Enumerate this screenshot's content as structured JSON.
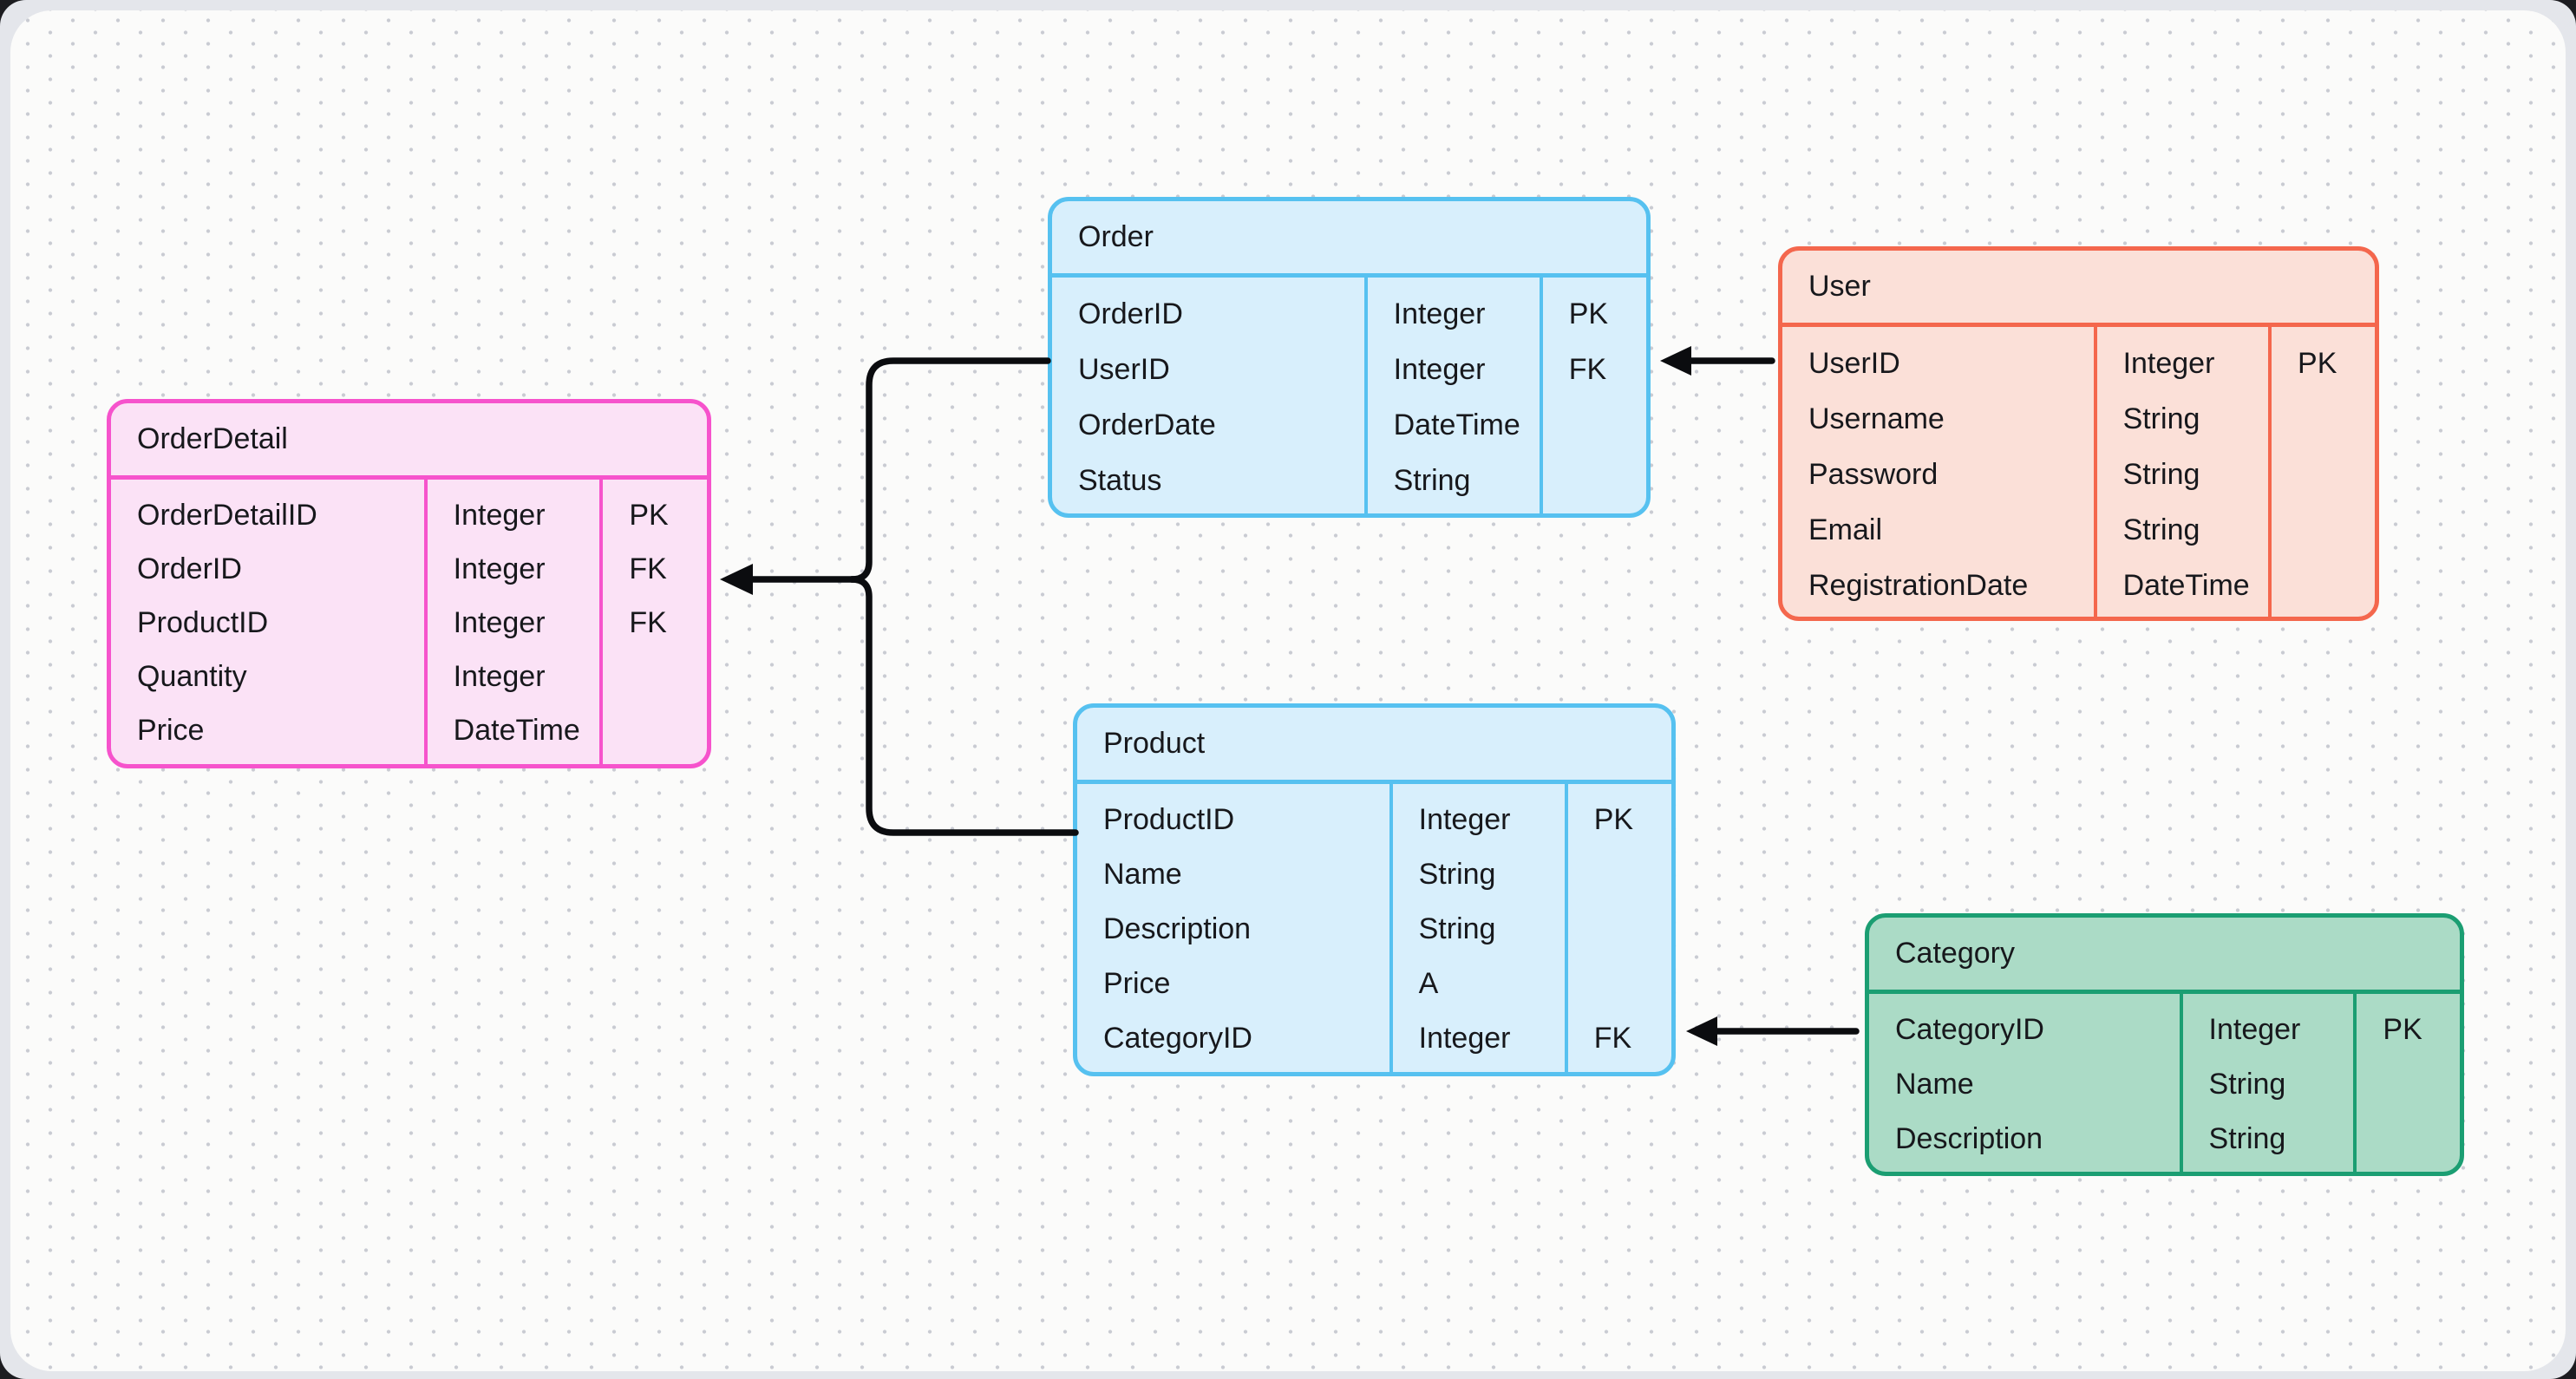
{
  "diagram": {
    "kind": "entity-relationship-diagram",
    "canvas_color": "#FBFBFA",
    "dot_color": "#C9CBD2",
    "frame_color": "#E4E6EB",
    "connector_color": "#0B0C0F",
    "text_color": "#17181C"
  },
  "tables": [
    {
      "title": "OrderDetail",
      "accent": "#F653CC",
      "fill": "#FBE2F6",
      "fields": [
        {
          "name": "OrderDetailID",
          "type": "Integer",
          "key": "PK"
        },
        {
          "name": "OrderID",
          "type": "Integer",
          "key": "FK"
        },
        {
          "name": "ProductID",
          "type": "Integer",
          "key": "FK"
        },
        {
          "name": "Quantity",
          "type": "Integer",
          "key": ""
        },
        {
          "name": "Price",
          "type": "DateTime",
          "key": ""
        }
      ]
    },
    {
      "title": "Order",
      "accent": "#56C1F0",
      "fill": "#D8EFFC",
      "fields": [
        {
          "name": "OrderID",
          "type": "Integer",
          "key": "PK"
        },
        {
          "name": "UserID",
          "type": "Integer",
          "key": "FK"
        },
        {
          "name": "OrderDate",
          "type": "DateTime",
          "key": ""
        },
        {
          "name": "Status",
          "type": "String",
          "key": ""
        }
      ]
    },
    {
      "title": "User",
      "accent": "#F4674D",
      "fill": "#FBE0D8",
      "fields": [
        {
          "name": "UserID",
          "type": "Integer",
          "key": "PK"
        },
        {
          "name": "Username",
          "type": "String",
          "key": ""
        },
        {
          "name": "Password",
          "type": "String",
          "key": ""
        },
        {
          "name": "Email",
          "type": "String",
          "key": ""
        },
        {
          "name": "RegistrationDate",
          "type": "DateTime",
          "key": ""
        }
      ]
    },
    {
      "title": "Product",
      "accent": "#56C1F0",
      "fill": "#D8EFFC",
      "fields": [
        {
          "name": "ProductID",
          "type": "Integer",
          "key": "PK"
        },
        {
          "name": "Name",
          "type": "String",
          "key": ""
        },
        {
          "name": "Description",
          "type": "String",
          "key": ""
        },
        {
          "name": "Price",
          "type": "A",
          "key": ""
        },
        {
          "name": "CategoryID",
          "type": "Integer",
          "key": "FK"
        }
      ]
    },
    {
      "title": "Category",
      "accent": "#1B9E72",
      "fill": "#ABDBC6",
      "fields": [
        {
          "name": "CategoryID",
          "type": "Integer",
          "key": "PK"
        },
        {
          "name": "Name",
          "type": "String",
          "key": ""
        },
        {
          "name": "Description",
          "type": "String",
          "key": ""
        }
      ]
    }
  ],
  "relationships": [
    {
      "from": "User",
      "to": "Order"
    },
    {
      "from": "Order",
      "to": "OrderDetail"
    },
    {
      "from": "Product",
      "to": "OrderDetail"
    },
    {
      "from": "Category",
      "to": "Product"
    }
  ]
}
